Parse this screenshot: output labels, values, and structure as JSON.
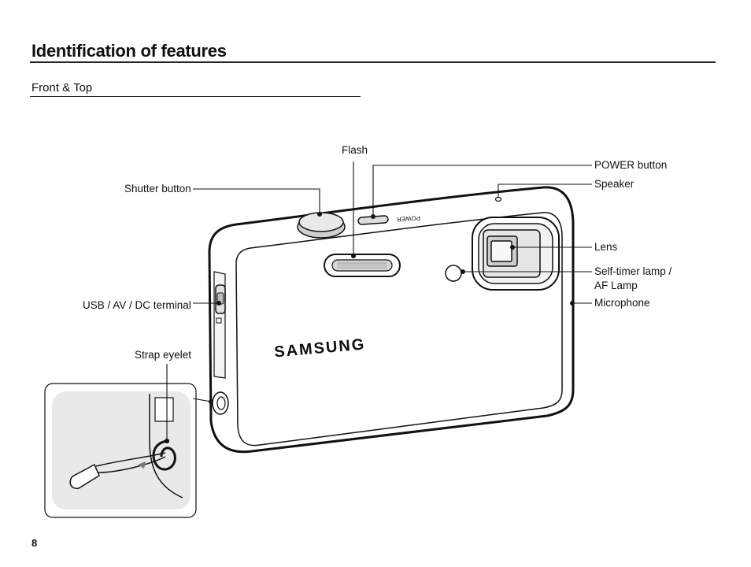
{
  "header": {
    "title": "Identification of features",
    "subtitle": "Front & Top"
  },
  "labels": {
    "flash": "Flash",
    "power_button": "POWER button",
    "speaker": "Speaker",
    "shutter_button": "Shutter button",
    "lens": "Lens",
    "self_timer_line1": "Self-timer lamp /",
    "self_timer_line2": "AF Lamp",
    "microphone": "Microphone",
    "usb_terminal": "USB / AV / DC terminal",
    "strap_eyelet": "Strap eyelet"
  },
  "camera": {
    "brand": "SAMSUNG",
    "power_text": "POWER"
  },
  "footer": {
    "page_number": "8"
  }
}
